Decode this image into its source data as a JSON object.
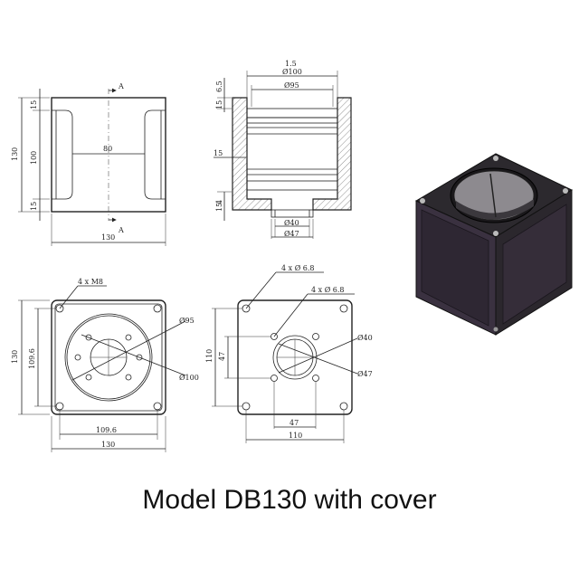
{
  "caption": "Model DB130 with cover",
  "front_view": {
    "section_mark_top": "A",
    "section_mark_bottom": "A",
    "dim_width": "130",
    "dim_inner": "80",
    "dim_height": "130",
    "dim_mid": "100",
    "dim_top": "15",
    "dim_bottom": "15"
  },
  "section_view": {
    "dim_top_cover": "6.5",
    "dim_small_top": "1.5",
    "dim_d100": "Ø100",
    "dim_d95": "Ø95",
    "dim_15_top": "15",
    "dim_15_mid": "15",
    "dim_15_bot": "15",
    "dim_4": "4",
    "dim_d40": "Ø40",
    "dim_d47": "Ø47"
  },
  "top_view": {
    "holes_note": "4 x M8",
    "dim_d95": "Ø95",
    "dim_d100": "Ø100",
    "dim_height": "130",
    "dim_pitch_v": "109.6",
    "dim_pitch_h": "109.6",
    "dim_width": "130"
  },
  "bottom_view": {
    "holes_outer": "4 x Ø 6.8",
    "holes_inner": "4 x Ø 6.8",
    "dim_d40": "Ø40",
    "dim_d47": "Ø47",
    "dim_110_v": "110",
    "dim_47_v": "47",
    "dim_47_h": "47",
    "dim_110_h": "110"
  },
  "colors": {
    "body": "#2f2c30",
    "body_dark": "#1c1a1d",
    "panel": "#3a3140",
    "line": "#222222"
  }
}
